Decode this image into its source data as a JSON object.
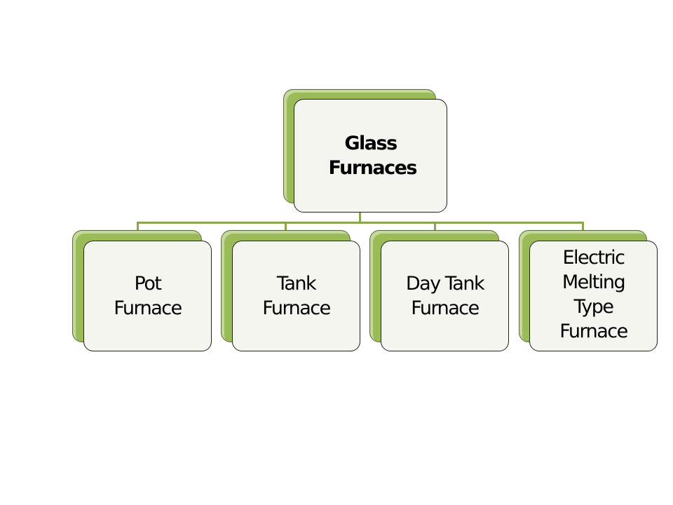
{
  "root": {
    "label": "Glass Furnaces"
  },
  "children": [
    {
      "label": "Pot Furnace"
    },
    {
      "label": "Tank Furnace"
    },
    {
      "label": "Day Tank Furnace"
    },
    {
      "label": "Electric Melting Type Furnace"
    }
  ],
  "colors": {
    "accent": "#9bbb59",
    "connector": "#8aa54c",
    "box_fill": "#f3f5ee"
  }
}
